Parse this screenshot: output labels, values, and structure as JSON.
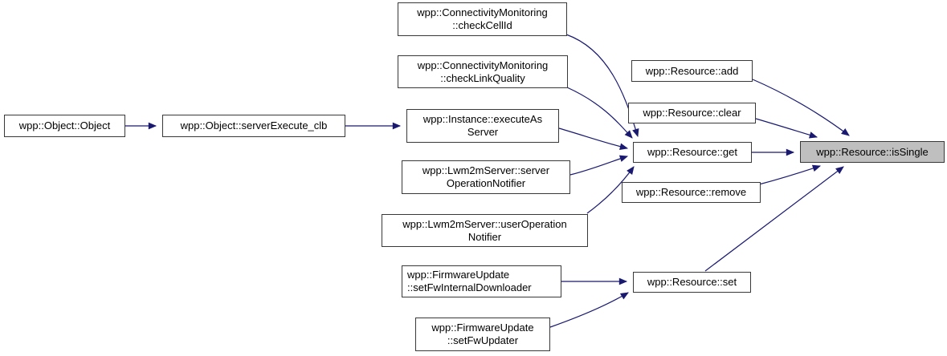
{
  "diagram": {
    "kind": "doxygen-caller-graph",
    "highlighted_node": "wpp::Resource::isSingle",
    "colors": {
      "edge": "#191970",
      "node_border": "#383838",
      "node_fill": "#ffffff",
      "highlight_fill": "#bfbfbf",
      "text": "#000000",
      "background": "#ffffff"
    },
    "nodes": {
      "object_object": {
        "label": "wpp::Object::Object"
      },
      "server_execute_clb": {
        "label": "wpp::Object::serverExecute_clb"
      },
      "check_cell_id": {
        "label": "wpp::ConnectivityMonitoring\n::checkCellId"
      },
      "check_link_quality": {
        "label": "wpp::ConnectivityMonitoring\n::checkLinkQuality"
      },
      "execute_as_server": {
        "label": "wpp::Instance::executeAs\nServer"
      },
      "server_operation_notifier": {
        "label": "wpp::Lwm2mServer::server\nOperationNotifier"
      },
      "user_operation_notifier": {
        "label": "wpp::Lwm2mServer::userOperation\nNotifier"
      },
      "set_fw_internal_downloader": {
        "label": "wpp::FirmwareUpdate\n::setFwInternalDownloader"
      },
      "set_fw_updater": {
        "label": "wpp::FirmwareUpdate\n::setFwUpdater"
      },
      "resource_add": {
        "label": "wpp::Resource::add"
      },
      "resource_clear": {
        "label": "wpp::Resource::clear"
      },
      "resource_get": {
        "label": "wpp::Resource::get"
      },
      "resource_remove": {
        "label": "wpp::Resource::remove"
      },
      "resource_set": {
        "label": "wpp::Resource::set"
      },
      "resource_is_single": {
        "label": "wpp::Resource::isSingle"
      }
    },
    "edges": [
      {
        "from": "wpp::Object::Object",
        "to": "wpp::Object::serverExecute_clb"
      },
      {
        "from": "wpp::Object::serverExecute_clb",
        "to": "wpp::Instance::executeAsServer"
      },
      {
        "from": "wpp::ConnectivityMonitoring::checkCellId",
        "to": "wpp::Resource::get"
      },
      {
        "from": "wpp::ConnectivityMonitoring::checkLinkQuality",
        "to": "wpp::Resource::get"
      },
      {
        "from": "wpp::Instance::executeAsServer",
        "to": "wpp::Resource::get"
      },
      {
        "from": "wpp::Lwm2mServer::serverOperationNotifier",
        "to": "wpp::Resource::get"
      },
      {
        "from": "wpp::Lwm2mServer::userOperationNotifier",
        "to": "wpp::Resource::get"
      },
      {
        "from": "wpp::Resource::get",
        "to": "wpp::Resource::isSingle"
      },
      {
        "from": "wpp::Resource::add",
        "to": "wpp::Resource::isSingle"
      },
      {
        "from": "wpp::Resource::clear",
        "to": "wpp::Resource::isSingle"
      },
      {
        "from": "wpp::Resource::remove",
        "to": "wpp::Resource::isSingle"
      },
      {
        "from": "wpp::Resource::set",
        "to": "wpp::Resource::isSingle"
      },
      {
        "from": "wpp::FirmwareUpdate::setFwInternalDownloader",
        "to": "wpp::Resource::set"
      },
      {
        "from": "wpp::FirmwareUpdate::setFwUpdater",
        "to": "wpp::Resource::set"
      }
    ]
  }
}
